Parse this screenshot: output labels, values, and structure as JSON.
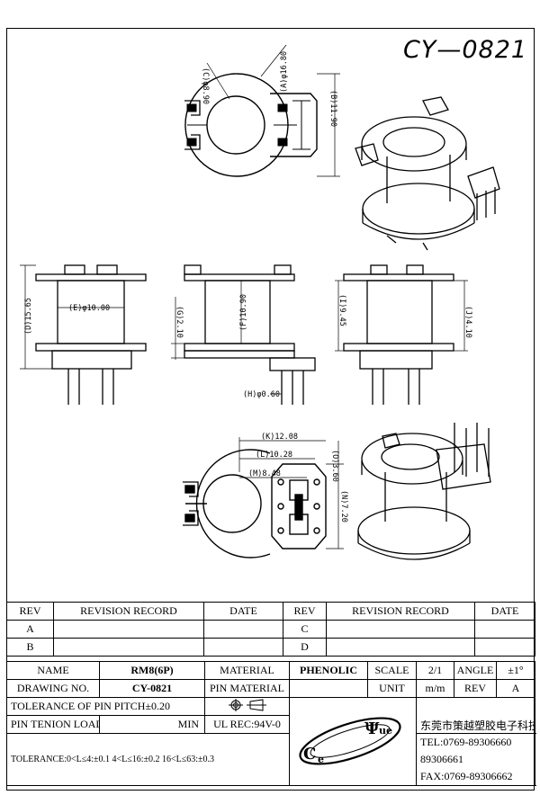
{
  "drawing": {
    "title_block_number": "CY—0821",
    "top_view": {
      "dim_c": "(C)φ8.90",
      "dim_a": "(A)φ16.80",
      "dim_b": "(B)11.90"
    },
    "front_view": {
      "dim_d": "(D)15.65",
      "dim_e": "(E)φ10.00"
    },
    "side_view": {
      "dim_g": "(G)2.10",
      "dim_f": "(F)10.90",
      "dim_h": "(H)φ0.60"
    },
    "right_view": {
      "dim_i": "(I)9.45",
      "dim_j": "(J)4.10"
    },
    "bottom_view": {
      "dim_k": "(K)12.08",
      "dim_l": "(L)10.28",
      "dim_m": "(M)8.48",
      "dim_o": "(O)3.60",
      "dim_n": "(N)7.20"
    }
  },
  "revision_table": {
    "headers": [
      "REV",
      "REVISION RECORD",
      "DATE",
      "REV",
      "REVISION RECORD",
      "DATE"
    ],
    "rows": [
      {
        "left_rev": "A",
        "right_rev": "C"
      },
      {
        "left_rev": "B",
        "right_rev": "D"
      }
    ]
  },
  "title_block": {
    "name_label": "NAME",
    "name_value": "RM8(6P)",
    "material_label": "MATERIAL",
    "material_value": "PHENOLIC",
    "scale_label": "SCALE",
    "scale_value": "2/1",
    "angle_label": "ANGLE",
    "angle_value": "±1°",
    "drawing_no_label": "DRAWING NO.",
    "drawing_no_value": "CY-0821",
    "pin_material_label": "PIN MATERIAL",
    "unit_label": "UNIT",
    "unit_value": "m/m",
    "rev_label": "REV",
    "rev_value": "A",
    "pitch_tolerance": "TOLERANCE OF PIN PITCH±0.20",
    "pin_tension_label": "PIN TENION LOAD",
    "pin_tension_value": "MIN",
    "ul_rec": "UL REC:94V-0",
    "tolerance_line": "TOLERANCE:0<L≤4:±0.1  4<L≤16:±0.2  16<L≤63:±0.3",
    "company_cn": "东莞市策越塑胶电子科技有限公司",
    "tel": "TEL:0769-89306660 89306661",
    "fax": "FAX:0769-89306662",
    "logo_letters": [
      "C",
      "e",
      "Ψ",
      "ue"
    ]
  }
}
